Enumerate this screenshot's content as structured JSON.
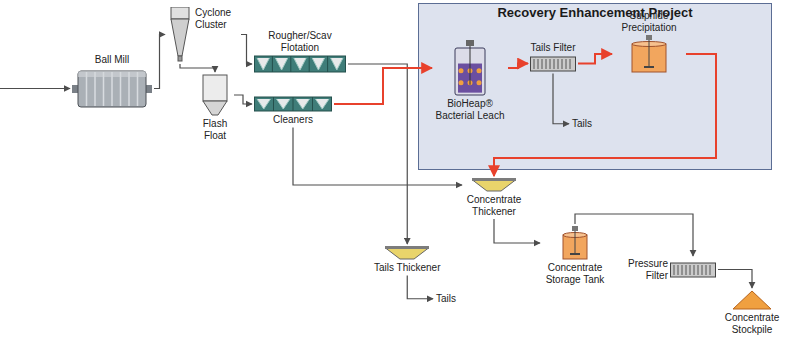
{
  "diagram": {
    "nodes": [
      {
        "text": [
          "Ball Mill"
        ]
      },
      {
        "text": [
          "Cyclone Cluster"
        ]
      },
      {
        "text": [
          "Rougher/Scav Flotation"
        ]
      },
      {
        "text": [
          "Flash Float"
        ]
      },
      {
        "text": [
          "Cleaners"
        ]
      },
      {
        "text": [
          "Recovery Enhancement Project"
        ]
      },
      {
        "text": [
          "BioHeap® Bacterial Leach"
        ],
        "in": 5
      },
      {
        "text": [
          "Tails Filter"
        ],
        "in": 5
      },
      {
        "text": [
          "Sulphide Precipitation"
        ],
        "in": 5
      },
      {
        "text": [
          "Concentrate Thickener"
        ]
      },
      {
        "text": [
          "Tails Thickener"
        ]
      },
      {
        "text": [
          "Concentrate Storage Tank"
        ]
      },
      {
        "text": [
          "Pressure Filter"
        ]
      },
      {
        "text": [
          "Concentrate Stockpile"
        ]
      }
    ],
    "edges": [
      {
        "from": 0,
        "to": 1,
        "arrow": "to"
      },
      {
        "from": 1,
        "to": 2,
        "arrow": "to"
      },
      {
        "from": 1,
        "to": 3,
        "arrow": "to"
      },
      {
        "from": 3,
        "to": 4,
        "arrow": "to"
      },
      {
        "from": 2,
        "to": 10,
        "arrow": "to"
      },
      {
        "from": 4,
        "to": 6,
        "arrow": "to"
      },
      {
        "from": 4,
        "to": 9,
        "arrow": "to"
      },
      {
        "from": 6,
        "to": 7,
        "arrow": "to"
      },
      {
        "from": 7,
        "to": 8,
        "arrow": "to"
      },
      {
        "from": 8,
        "to": 9,
        "arrow": "to"
      },
      {
        "from": 9,
        "to": 11,
        "arrow": "to"
      },
      {
        "from": 11,
        "to": 12,
        "arrow": "to"
      },
      {
        "from": 12,
        "to": 13,
        "arrow": "to"
      }
    ],
    "labels": [
      "Tails",
      "Tails"
    ]
  }
}
